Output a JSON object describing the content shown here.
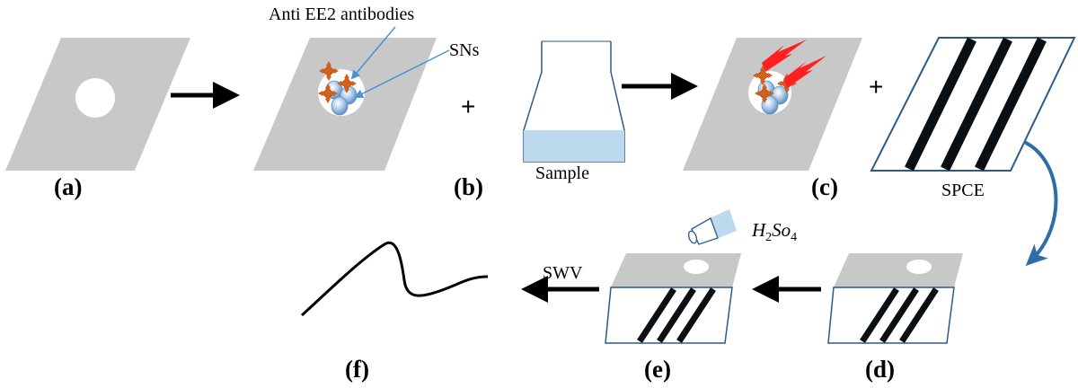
{
  "labels": {
    "a": "(a)",
    "b": "(b)",
    "c": "(c)",
    "d": "(d)",
    "e": "(e)",
    "f": "(f)"
  },
  "annotations": {
    "antibodies": "Anti EE2 antibodies",
    "sns": "SNs",
    "sample": "Sample",
    "spce": "SPCE",
    "swv": "SWV",
    "acid_base": "H",
    "acid_sub": "2",
    "acid_mid": "So",
    "acid_sub2": "4",
    "plus": "+"
  },
  "colors": {
    "substrate": "#c8c8c8",
    "spce_stripe": "#0a0f14",
    "spce_border": "#2e5a88",
    "arrow": "#000000",
    "callout": "#4a90d9",
    "liquid": "#bcd9ee",
    "antibody": "#d4601a",
    "nanosphere": "#a9c9e9",
    "flash": "#ff2020",
    "curve_arrow": "#2e6ea8"
  }
}
